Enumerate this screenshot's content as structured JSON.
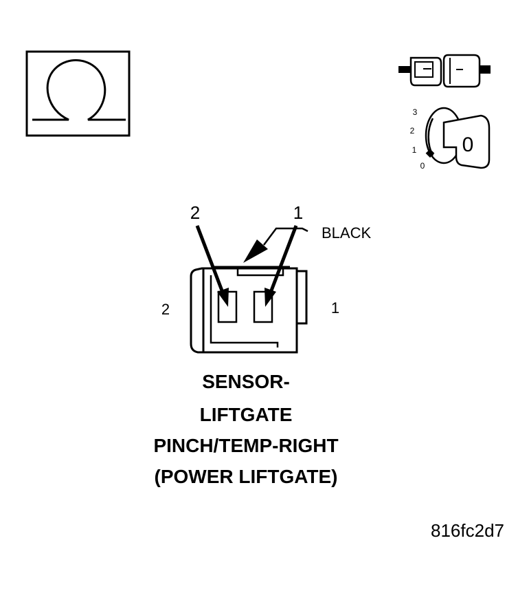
{
  "icons": {
    "ohmmeter": "ohm-symbol-icon",
    "connector_disconnect": "connector-disconnect-icon",
    "ignition_switch": "ignition-key-off-icon"
  },
  "ignition": {
    "positions": [
      "3",
      "2",
      "1",
      "0"
    ],
    "key_label": "0"
  },
  "connector": {
    "callout_color": "BLACK",
    "pin_numbers_top": [
      "2",
      "1"
    ],
    "pin_numbers_side": {
      "left": "2",
      "right": "1"
    }
  },
  "title": {
    "lines": [
      "SENSOR-",
      "LIFTGATE",
      "PINCH/TEMP-RIGHT",
      "(POWER LIFTGATE)"
    ]
  },
  "figure_code": "816fc2d7"
}
